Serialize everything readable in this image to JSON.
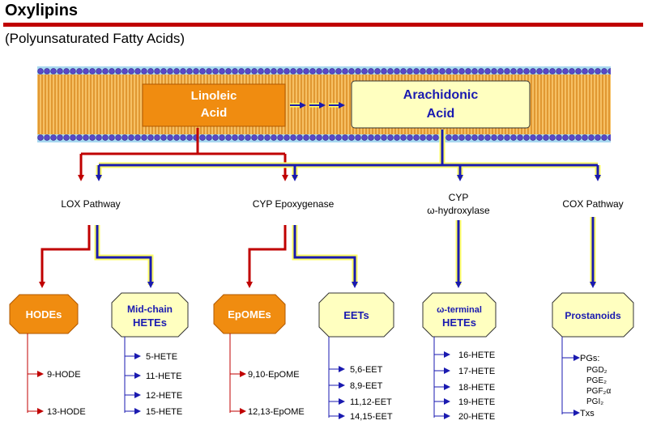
{
  "header": {
    "title": "Oxylipins",
    "subtitle": "(Polyunsaturated Fatty Acids)"
  },
  "membrane": {
    "source1": {
      "line1": "Linoleic",
      "line2": "Acid"
    },
    "source2": {
      "line1": "Arachidonic",
      "line2": "Acid"
    }
  },
  "pathways": {
    "lox": {
      "line1": "LOX Pathway",
      "line2": ""
    },
    "cyp_epox": {
      "line1": "CYP Epoxygenase",
      "line2": ""
    },
    "cyp_hydrox": {
      "line1": "CYP",
      "line2": "ω-hydroxylase"
    },
    "cox": {
      "line1": "COX Pathway",
      "line2": ""
    }
  },
  "products": {
    "hodes": {
      "line1": "HODEs",
      "line2": "",
      "items": [
        "9-HODE",
        "13-HODE"
      ]
    },
    "midchain": {
      "line1": "Mid-chain",
      "line2": "HETEs",
      "items": [
        "5-HETE",
        "11-HETE",
        "12-HETE",
        "15-HETE"
      ]
    },
    "epomes": {
      "line1": "EpOMEs",
      "line2": "",
      "items": [
        "9,10-EpOME",
        "12,13-EpOME"
      ]
    },
    "eets": {
      "line1": "EETs",
      "line2": "",
      "items": [
        "5,6-EET",
        "8,9-EET",
        "11,12-EET",
        "14,15-EET"
      ]
    },
    "terminal": {
      "line1": "ω-terminal",
      "line2": "HETEs",
      "items": [
        "16-HETE",
        "17-HETE",
        "18-HETE",
        "19-HETE",
        "20-HETE"
      ]
    },
    "prostanoids": {
      "line1": "Prostanoids",
      "line2": "",
      "items": [
        "PGs:",
        "PGD₂",
        "PGE₂",
        "PGF₂α",
        "PGI₂",
        "Txs"
      ]
    }
  },
  "colors": {
    "linoleic_arrow": "#c00000",
    "arachidonic_arrow": "#1a1ab0",
    "arachidonic_highlight": "#ffff66",
    "orange_box": "#f08c10",
    "yellow_box": "#ffffc0",
    "title_rule": "#c00000",
    "membrane_head": "#5a48c8",
    "membrane_tail": "#f0a830"
  }
}
